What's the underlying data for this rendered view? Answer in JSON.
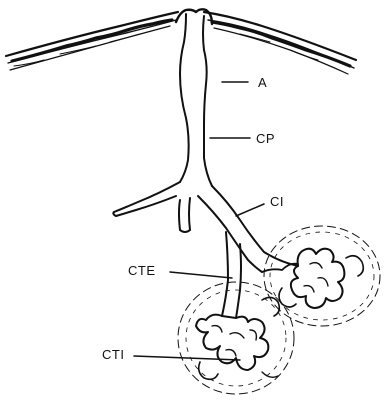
{
  "figure": {
    "labels": {
      "a": "A",
      "cp": "CP",
      "ci": "CI",
      "cte": "CTE",
      "cti": "CTI"
    }
  }
}
